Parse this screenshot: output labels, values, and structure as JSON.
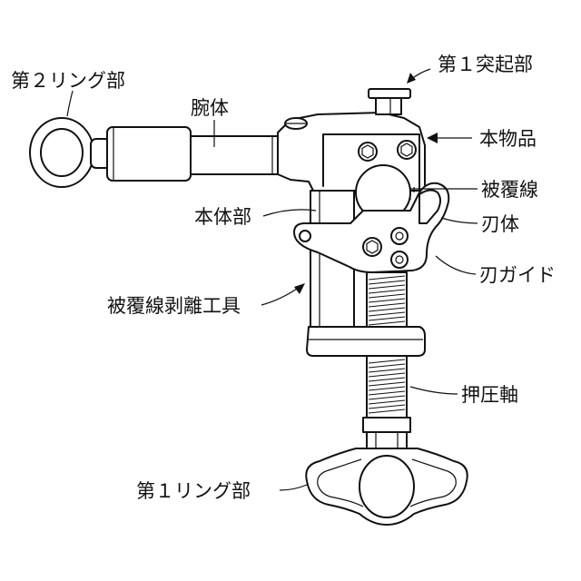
{
  "labels": {
    "ring2": "第２リング部",
    "arm": "腕体",
    "protrusion1": "第１突起部",
    "product": "本物品",
    "coated_wire": "被覆線",
    "body": "本体部",
    "blade": "刃体",
    "blade_guide": "刃ガイド",
    "stripper": "被覆線剥離工具",
    "press_shaft": "押圧軸",
    "ring1": "第１リング部"
  },
  "colors": {
    "ink": "#111111",
    "background": "#ffffff"
  }
}
